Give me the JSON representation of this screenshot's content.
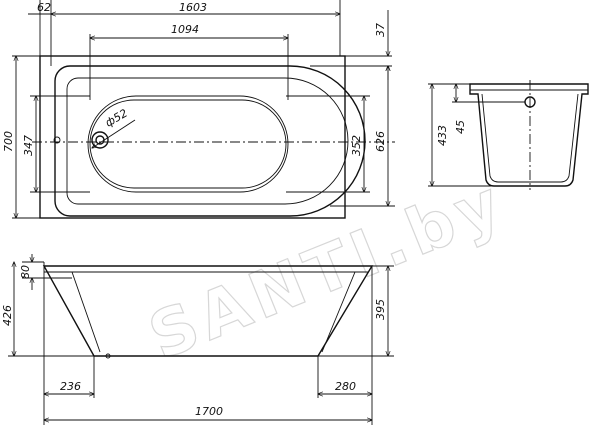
{
  "watermark": "SANTI.by",
  "dimensions": {
    "flange_width": "62",
    "overall_length_top": "1603",
    "inner_bottom_length": "1094",
    "rim_offset": "37",
    "drain_diameter": "ф52",
    "overall_width": "700",
    "inner_width_left": "347",
    "inner_width_right": "352",
    "inner_width_total": "626",
    "side_height_total": "433",
    "side_drain_height": "45",
    "front_rim_height": "80",
    "front_total_height": "426",
    "front_inner_depth": "395",
    "bottom_left_offset": "236",
    "bottom_right_offset": "280",
    "overall_length": "1700"
  }
}
